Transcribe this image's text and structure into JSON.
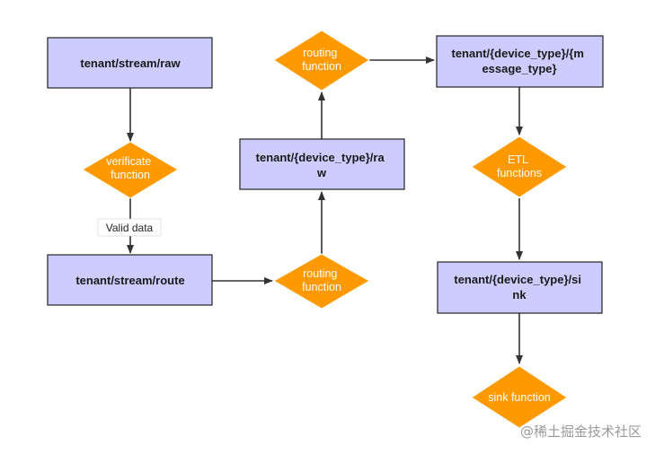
{
  "nodes": {
    "stream_raw": {
      "lines": [
        "tenant/stream/raw"
      ]
    },
    "verificate_fn": {
      "lines": [
        "verificate",
        "function"
      ]
    },
    "stream_route": {
      "lines": [
        "tenant/stream/route"
      ]
    },
    "routing_fn_1": {
      "lines": [
        "routing",
        "function"
      ]
    },
    "device_raw": {
      "lines": [
        "tenant/{device_type}/ra",
        "w"
      ]
    },
    "routing_fn_2": {
      "lines": [
        "routing",
        "function"
      ]
    },
    "message_type": {
      "lines": [
        "tenant/{device_type}/{m",
        "essage_type}"
      ]
    },
    "etl_fn": {
      "lines": [
        "ETL",
        "functions"
      ]
    },
    "device_sink": {
      "lines": [
        "tenant/{device_type}/si",
        "nk"
      ]
    },
    "sink_fn": {
      "lines": [
        "sink function"
      ]
    }
  },
  "edges": {
    "valid_data_label": "Valid data"
  },
  "watermark": "@稀土掘金技术社区",
  "colors": {
    "box_fill": "#ccccff",
    "box_stroke": "#222222",
    "diamond_fill": "#ff9900",
    "diamond_stroke": "#ffffff",
    "arrow": "#333333"
  }
}
